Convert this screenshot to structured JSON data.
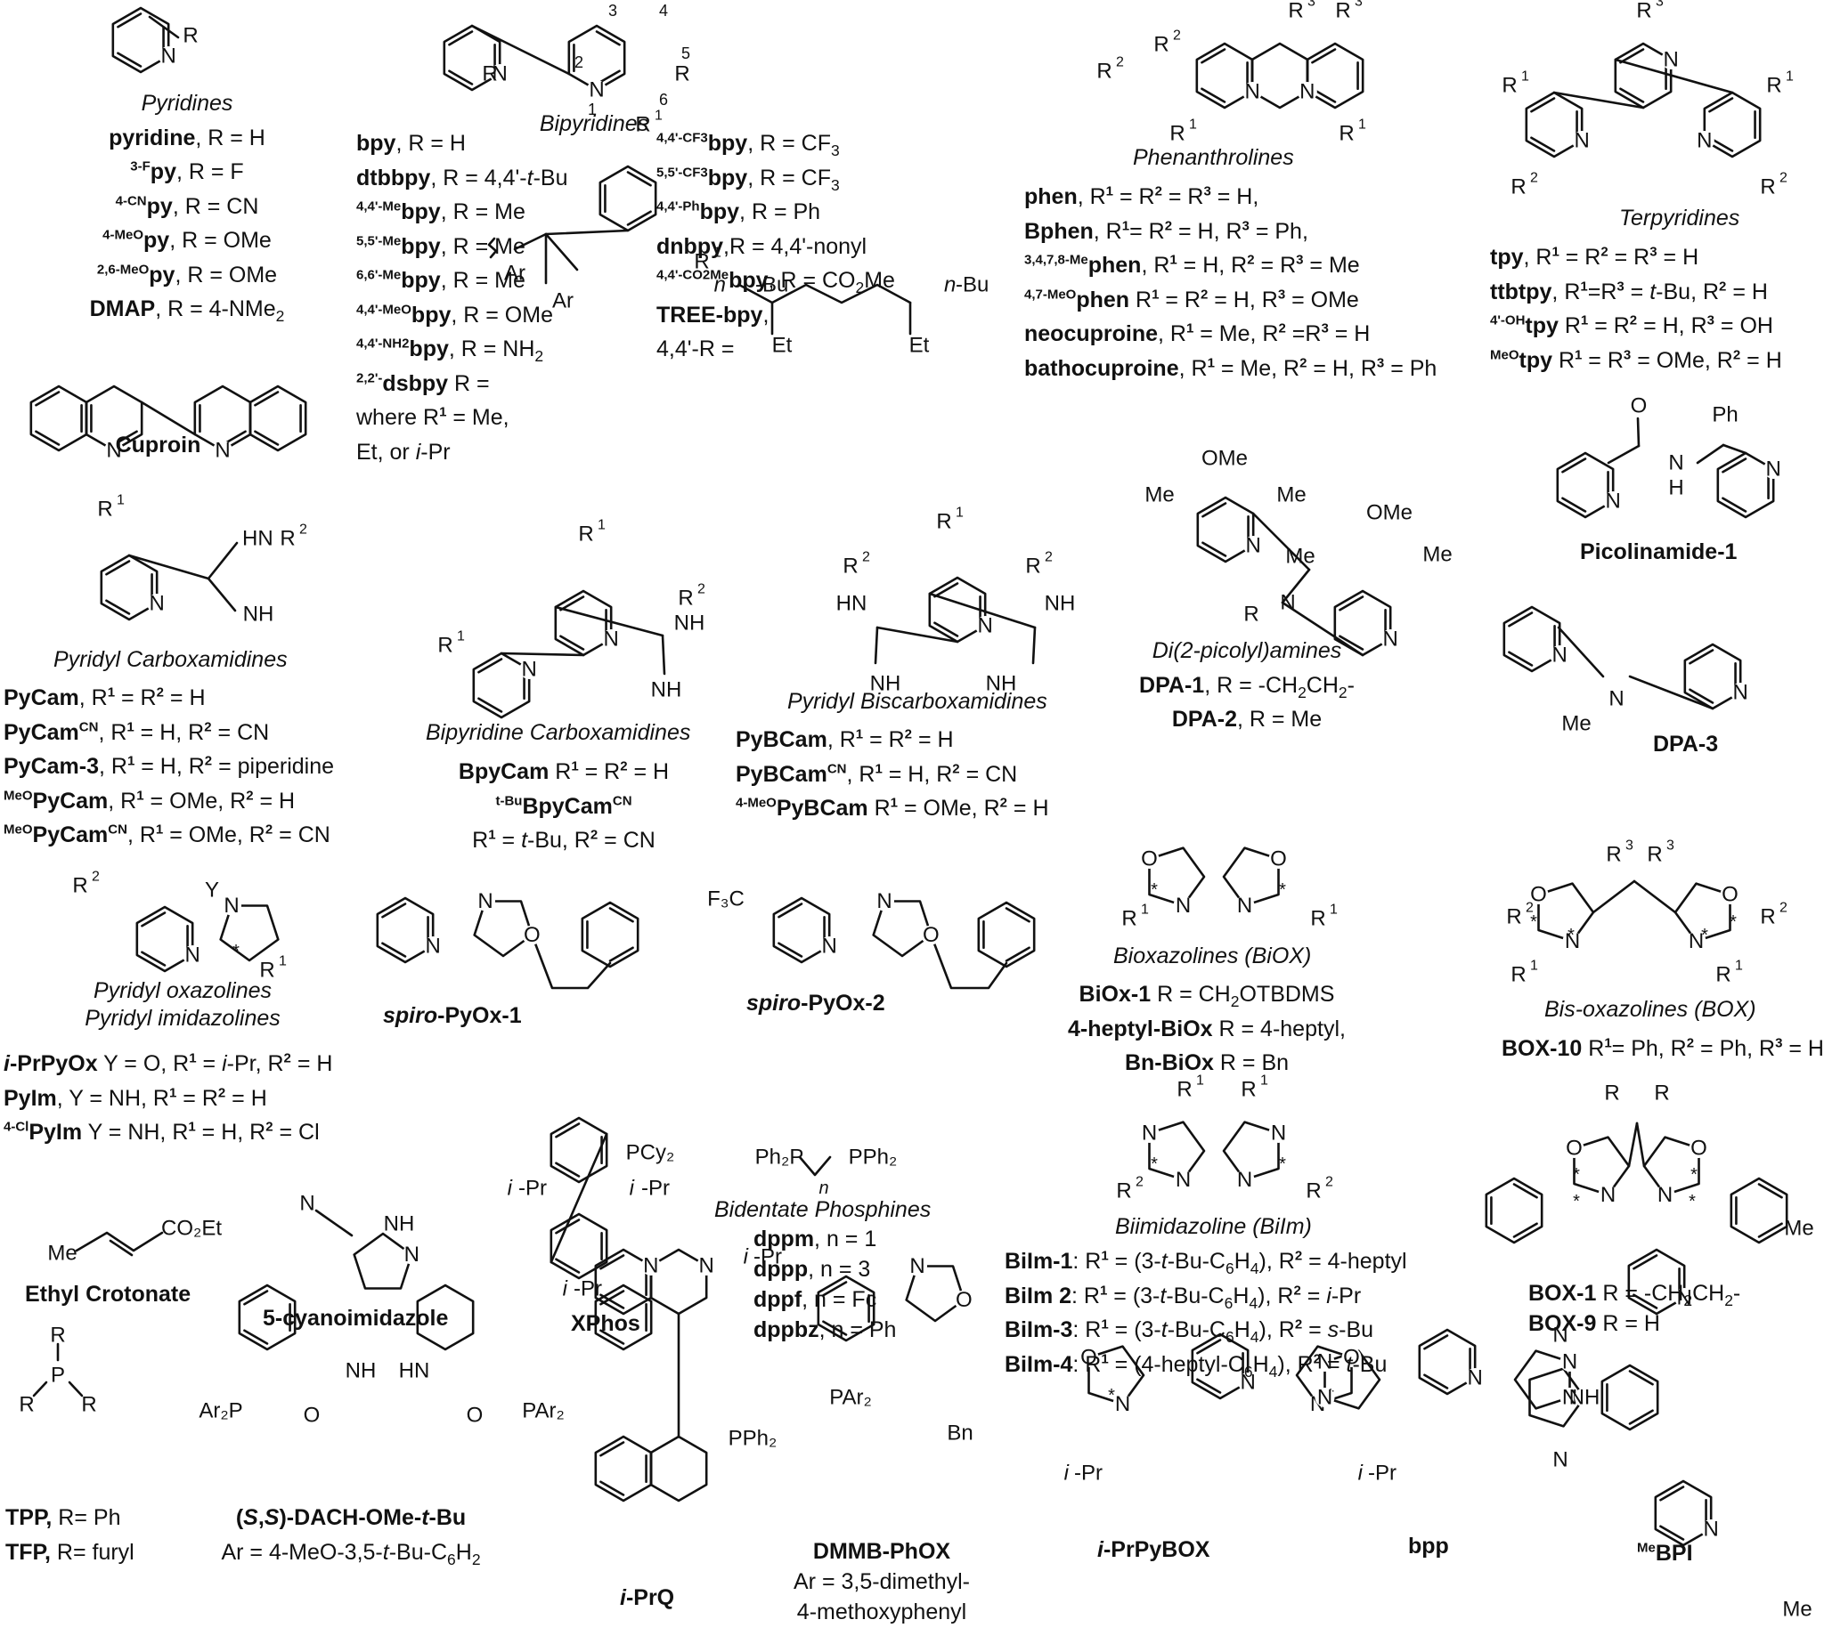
{
  "pyridines": {
    "caption": "Pyridines",
    "lines": [
      "**pyridine**, R = H",
      "**^{3-F}py**, R = F",
      "**^{4-CN}py**, R = CN",
      "**^{4-MeO}py**, R = OMe",
      "**^{2,6-MeO}py**, R = OMe",
      "**DMAP**, R = 4-NMe_{2}"
    ]
  },
  "cuproin": {
    "lines": [
      "**Cuproin**"
    ]
  },
  "bipyridines": {
    "caption": "Bipyridines",
    "col1": [
      "**bpy**, R = H",
      "**dtbbpy**, R = 4,4'-//t//-Bu",
      "**^{4,4'-Me}bpy**, R = Me",
      "**^{5,5'-Me}bpy**, R = Me",
      "**^{6,6'-Me}bpy**, R = Me",
      "**^{4,4'-MeO}bpy**, R = OMe",
      "**^{4,4'-NH2}bpy**, R = NH_{2}",
      "**^{2,2'-}dsbpy** R =",
      "where R^{1} = Me,",
      "Et, or //i//-Pr"
    ],
    "col2": [
      "**^{4,4'-CF3}bpy**, R = CF_{3}",
      "**^{5,5'-CF3}bpy**, R = CF_{3}",
      "**^{4,4'-Ph}bpy**, R = Ph",
      "**dnbpy**,R = 4,4'-nonyl",
      "**^{4,4'-CO2Me}bpy**, R = CO_{2}Me",
      "**TREE-bpy**,",
      "4,4'-R ="
    ]
  },
  "phenanthrolines": {
    "caption": "Phenanthrolines",
    "lines": [
      "**phen**, R^{1} = R^{2} = R^{3} = H,",
      "**Bphen**, R^{1}= R^{2} = H, R^{3} = Ph,",
      "**^{3,4,7,8-Me}phen**, R^{1} = H, R^{2} = R^{3} = Me",
      "**^{4,7-MeO}phen** R^{1} = R^{2} = H, R^{3} = OMe",
      "**neocuproine**, R^{1} = Me, R^{2} =R^{3} = H",
      "**bathocuproine**, R^{1} = Me, R^{2} = H, R^{3} = Ph"
    ]
  },
  "terpyridines": {
    "caption": "Terpyridines",
    "lines": [
      "**tpy**, R^{1} = R^{2} = R^{3} = H",
      "**ttbtpy**, R^{1}=R^{3} = //t//-Bu, R^{2} = H",
      "**^{4'-OH}tpy** R^{1} = R^{2} = H, R^{3} = OH",
      "**^{MeO}tpy** R^{1} = R^{3} = OMe, R^{2} = H"
    ]
  },
  "pycam": {
    "caption": "Pyridyl Carboxamidines",
    "lines": [
      "**PyCam**, R^{1} = R^{2} = H",
      "**PyCam^{CN}**, R^{1} = H, R^{2} = CN",
      "**PyCam-3**, R^{1} = H, R^{2} = piperidine",
      "**^{MeO}PyCam**, R^{1} = OMe, R^{2} = H",
      "**^{MeO}PyCam^{CN}**, R^{1} = OMe, R^{2} = CN"
    ]
  },
  "bpycam": {
    "caption": "Bipyridine Carboxamidines",
    "lines": [
      "**BpyCam** R^{1} = R^{2} = H",
      "**^{t-Bu}BpyCam^{CN}**",
      "R^{1} = //t//-Bu, R^{2} = CN"
    ]
  },
  "pybcam": {
    "caption": "Pyridyl Biscarboxamidines",
    "lines": [
      "**PyBCam**, R^{1} = R^{2} = H",
      "**PyBCam^{CN}**, R^{1} = H, R^{2} = CN",
      "**^{4-MeO}PyBCam** R^{1} = OMe, R^{2} = H"
    ]
  },
  "dpa": {
    "caption": "Di(2-picolyl)amines",
    "lines": [
      "**DPA-1**, R = -CH_{2}CH_{2}-",
      "**DPA-2**, R = Me"
    ]
  },
  "picolinamide": {
    "lines": [
      "**Picolinamide-1**"
    ]
  },
  "dpa3": {
    "lines": [
      "**DPA-3**"
    ]
  },
  "pyox": {
    "caption": "Pyridyl oxazolines",
    "caption2": "Pyridyl imidazolines",
    "lines": [
      "**//i//-PrPyOx** Y = O, R^{1} = //i//-Pr, R^{2} = H",
      "**PyIm**, Y = NH, R^{1} = R^{2} = H",
      "**^{4-Cl}PyIm** Y = NH, R^{1} = H, R^{2} = Cl"
    ]
  },
  "spiro1": {
    "lines": [
      "**//spiro//-PyOx-1**"
    ]
  },
  "spiro2": {
    "lines": [
      "**//spiro//-PyOx-2**"
    ]
  },
  "biox": {
    "caption": "Bioxazolines (BiOX)",
    "lines": [
      "**BiOx-1** R = CH_{2}OTBDMS",
      "**4-heptyl-BiOx** R = 4-heptyl,",
      "**Bn-BiOx** R = Bn"
    ]
  },
  "box": {
    "caption": "Bis-oxazolines (BOX)",
    "lines": [
      "**BOX-10** R^{1}= Ph, R^{2} = Ph, R^{3} = H"
    ]
  },
  "phosphines": {
    "caption": "Bidentate Phosphines",
    "lines": [
      "**dppm**, n = 1",
      "**dppp**, n = 3",
      "**dppf**, n = Fc",
      "**dppbz**, n = Ph"
    ]
  },
  "biim": {
    "caption": "Biimidazoline (BiIm)",
    "lines": [
      "**BiIm-1**: R^{1} = (3-//t//-Bu-C_{6}H_{4}), R^{2} = 4-heptyl",
      "**BiIm 2**: R^{1} = (3-//t//-Bu-C_{6}H_{4}), R^{2} = //i//-Pr",
      "**BiIm-3**: R^{1} = (3-//t//-Bu-C_{6}H_{4}), R^{2} = //s//-Bu",
      "**BiIm-4**: R^{1} = (4-heptyl-C_{6}H_{4}), R^{2} = //t//-Bu"
    ]
  },
  "box1": {
    "lines": [
      "**BOX-1** R = -CH_{2}CH_{2}-",
      "**BOX-9** R = H"
    ]
  },
  "crotonate": {
    "lines": [
      "**Ethyl Crotonate**"
    ]
  },
  "cyanoimid": {
    "lines": [
      "**5-cyanoimidazole**"
    ]
  },
  "xphos": {
    "lines": [
      "**XPhos**"
    ]
  },
  "tpp": {
    "lines": [
      "**TPP,** R= Ph",
      "**TFP,** R= furyl"
    ]
  },
  "dach": {
    "lines": [
      "**(//S//,//S//)-DACH-OMe-//t//-Bu**",
      "Ar = 4-MeO-3,5-//t//-Bu-C_{6}H_{2}"
    ]
  },
  "iprq": {
    "lines": [
      "**//i//-PrQ**"
    ]
  },
  "dmmb": {
    "lines": [
      "**DMMB-PhOX**",
      "Ar = 3,5-dimethyl-",
      "4-methoxyphenyl"
    ]
  },
  "iprpybox": {
    "lines": [
      "**//i//-PrPyBOX**"
    ]
  },
  "bpp": {
    "lines": [
      "**bpp**"
    ]
  },
  "mebpi": {
    "lines": [
      "**^{Me}BPI**"
    ]
  },
  "atoms": {
    "R": "R",
    "R1": "R",
    "R2": "R",
    "R3": "R",
    "sup1": "1",
    "sup2": "2",
    "sup3": "3",
    "N": "N",
    "O": "O",
    "Y": "Y",
    "H": "H",
    "NH": "NH",
    "HN": "HN",
    "Me": "Me",
    "OMe": "OMe",
    "Et": "Et",
    "nBu": "n",
    "Bu": "-Bu",
    "Ph": "Ph",
    "Ar": "Ar",
    "iPr": "i",
    "Pr": "-Pr",
    "star": "*",
    "Bn": "Bn",
    "F3C": "F₃C",
    "PCy2": "PCy₂",
    "Ph2P": "Ph₂P",
    "PPh2": "PPh₂",
    "n": "n",
    "CO2Et": "CO₂Et",
    "Ar2P": "Ar₂P",
    "PAr2": "PAr₂",
    "PAr2b": "PAr₂",
    "P": "P",
    "num1": "1",
    "num2": "2",
    "num3": "3",
    "num4": "4",
    "num5": "5",
    "num6": "6",
    "R1eq": "R¹",
    "R2eq": "R²"
  }
}
